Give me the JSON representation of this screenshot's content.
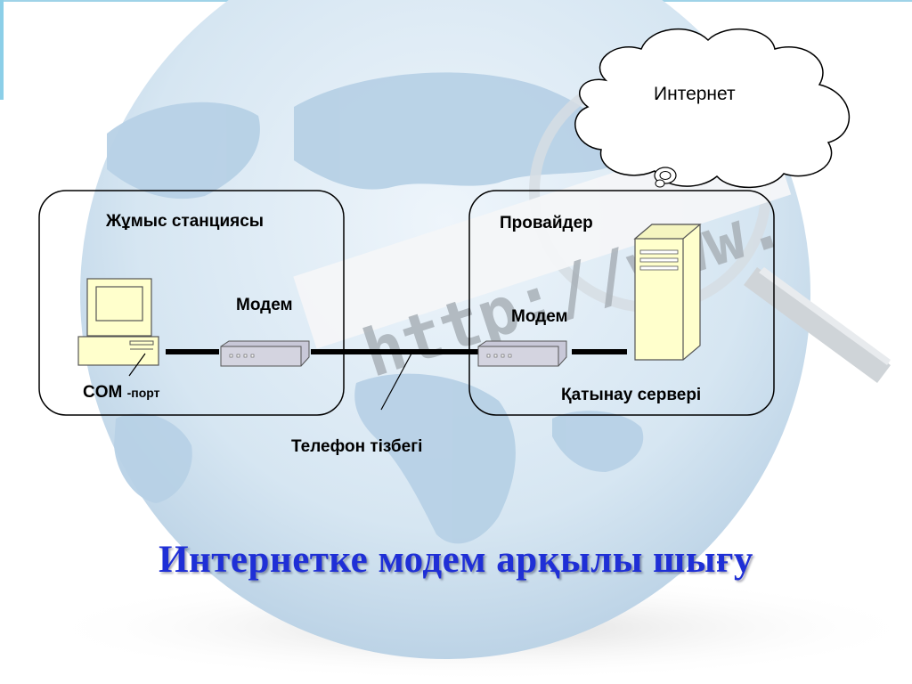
{
  "cloud": {
    "label": "Интернет"
  },
  "workstation": {
    "title": "Жұмыс станциясы",
    "modem_label": "Модем",
    "com_label": "COM",
    "port_label": "-порт"
  },
  "provider": {
    "title": "Провайдер",
    "modem_label": "Модем",
    "server_label": "Қатынау сервері"
  },
  "phone_line_label": "Телефон тізбегі",
  "background_text": "http://www.",
  "slide_title": "Интернетке модем арқылы шығу",
  "colors": {
    "title": "#1f2fd6",
    "globe": "#c4dbec",
    "monitor": "#ffffcc",
    "server": "#ffffcc",
    "modem": "#c8c8d8"
  }
}
